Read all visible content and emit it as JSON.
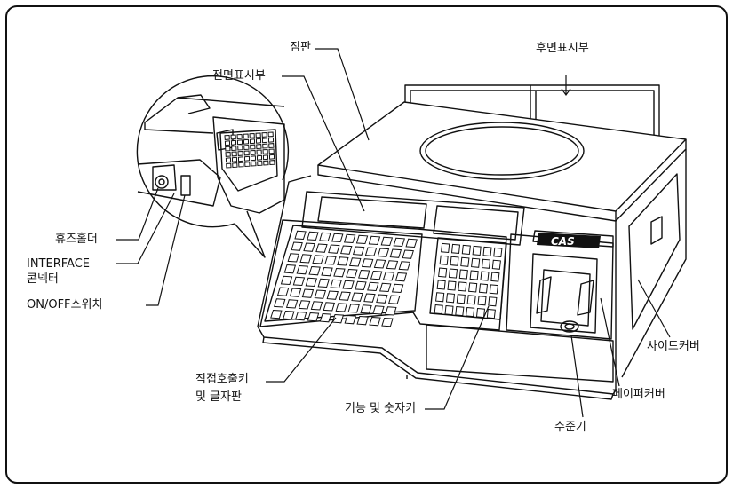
{
  "labels": {
    "jimpan": "짐판",
    "rear_display": "후면표시부",
    "front_display": "전면표시부",
    "fuse_holder": "휴즈홀더",
    "interface_line1": "INTERFACE",
    "interface_line2": "콘넥터",
    "onoff_switch": "ON/OFF스위치",
    "direct_key_line1": "직접호출키",
    "direct_key_line2": "및 글자판",
    "function_keys": "기능 및 숫자키",
    "level": "수준기",
    "paper_cover": "페이퍼커버",
    "side_cover": "사이드커버",
    "brand_logo": "CAS"
  },
  "colors": {
    "line": "#111111",
    "background": "#ffffff"
  }
}
